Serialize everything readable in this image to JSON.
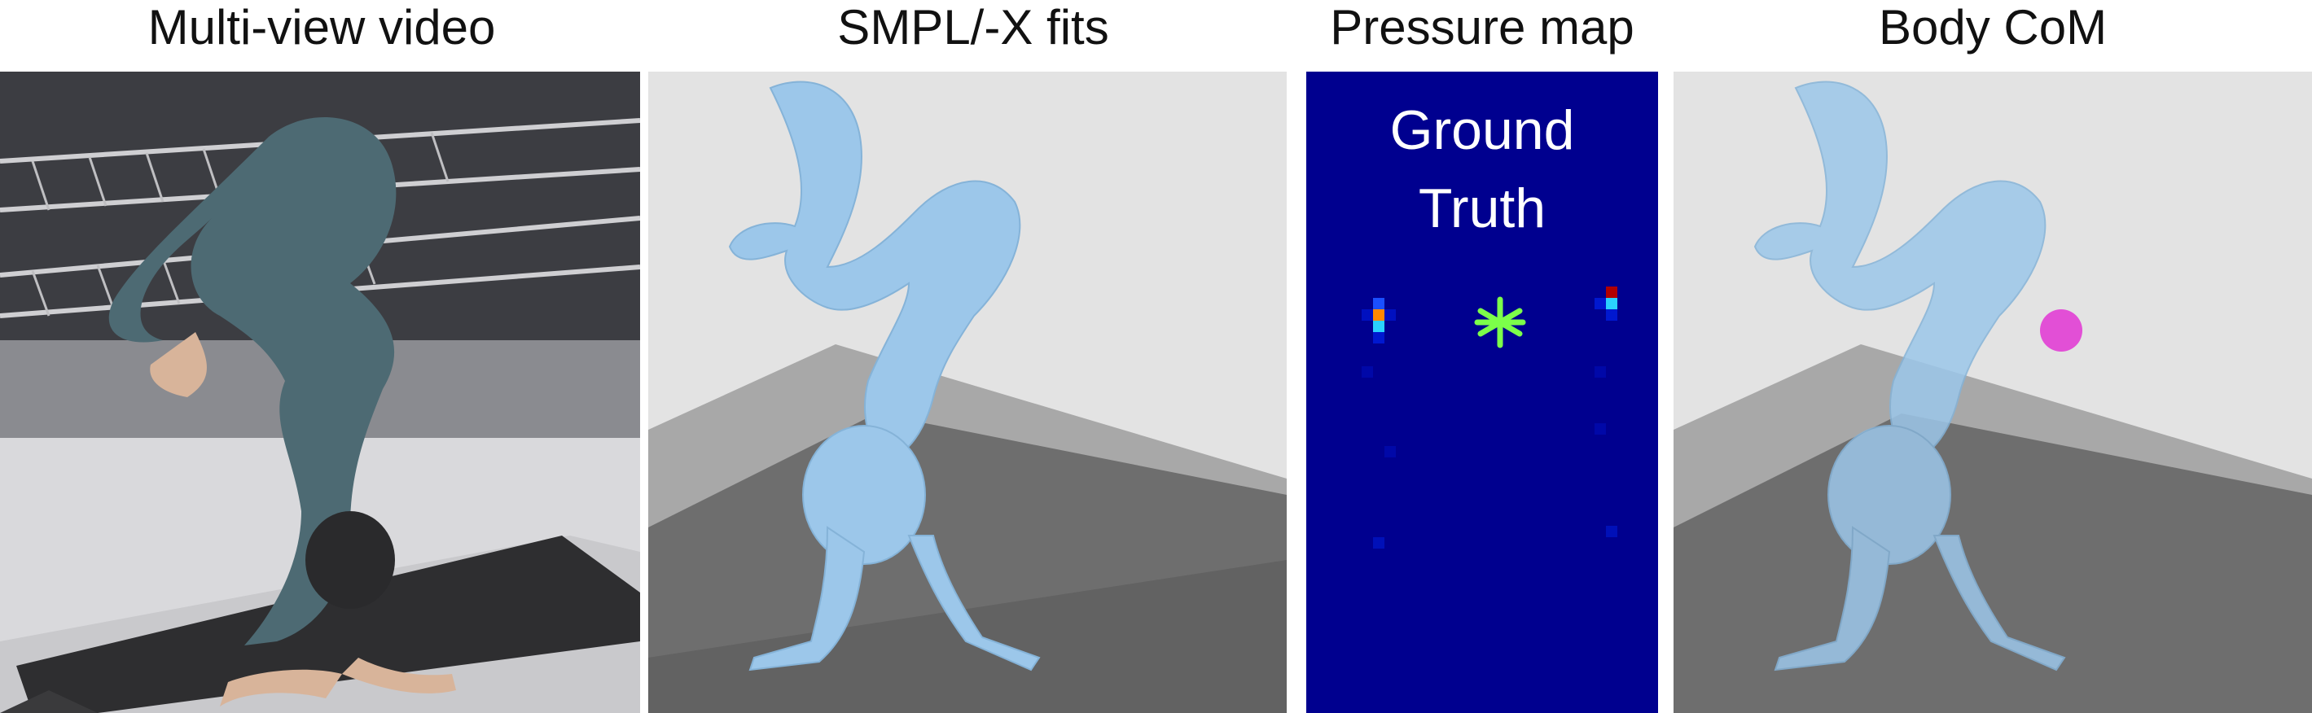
{
  "titles": {
    "video": "Multi-view video",
    "fits": "SMPL/-X fits",
    "pressure": "Pressure map",
    "com": "Body CoM"
  },
  "pressure": {
    "line1": "Ground",
    "line2": "Truth",
    "background_color": "#00008f",
    "marker_color": "#7cff4a",
    "marker_icon": "asterisk-icon"
  },
  "com": {
    "marker_color": "#e24fd6",
    "marker_icon": "com-dot-icon"
  },
  "colors": {
    "body": "#9cc7ea",
    "floor": "#6e6e6e",
    "mat": "#4a4a4a",
    "sky": "#e3e3e3"
  }
}
